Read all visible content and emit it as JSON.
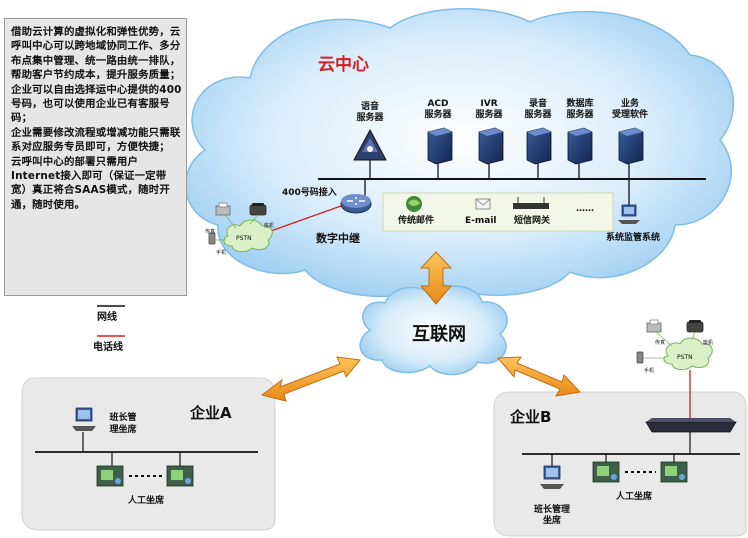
{
  "description": {
    "paragraphs": [
      "借助云计算的虚拟化和弹性优势，云呼叫中心可以跨地域协同工作、多分布点集中管理、统一路由统一排队，帮助客户节约成本，提升服务质量；",
      "企业可以自由选择运中心提供的400号码，也可以使用企业已有客服号码；",
      "企业需要修改流程或增减功能只需联系对应服务专员即可，方便快捷；",
      "云呼叫中心的部署只需用户Internet接入即可（保证一定带宽）真正将合SAAS模式，随时开通，随时使用。"
    ]
  },
  "legend": {
    "network_line": "网线",
    "phone_line": "电话线"
  },
  "cloud_center": {
    "title": "云中心",
    "servers": [
      {
        "label_line1": "语音",
        "label_line2": "服务器"
      },
      {
        "label_line1": "ACD",
        "label_line2": "服务器"
      },
      {
        "label_line1": "IVR",
        "label_line2": "服务器"
      },
      {
        "label_line1": "录音",
        "label_line2": "服务器"
      },
      {
        "label_line1": "数据库",
        "label_line2": "服务器"
      },
      {
        "label_line1": "业务",
        "label_line2": "受理软件"
      }
    ],
    "trunk_in": "400号码接入",
    "digital_trunk": "数字中继",
    "channels": [
      "传统邮件",
      "E-mail",
      "短信网关",
      "……"
    ],
    "monitor": "系统监管系统"
  },
  "internet": "互联网",
  "pstn": {
    "label": "PSTN",
    "fax": "传真",
    "phone": "座机",
    "mobile": "手机"
  },
  "enterprise_a": {
    "title": "企业A",
    "supervisor": "班长管理坐席",
    "agents": "人工坐席"
  },
  "enterprise_b": {
    "title": "企业B",
    "supervisor_line1": "班长管理",
    "supervisor_line2": "坐席",
    "agents": "人工坐席"
  }
}
